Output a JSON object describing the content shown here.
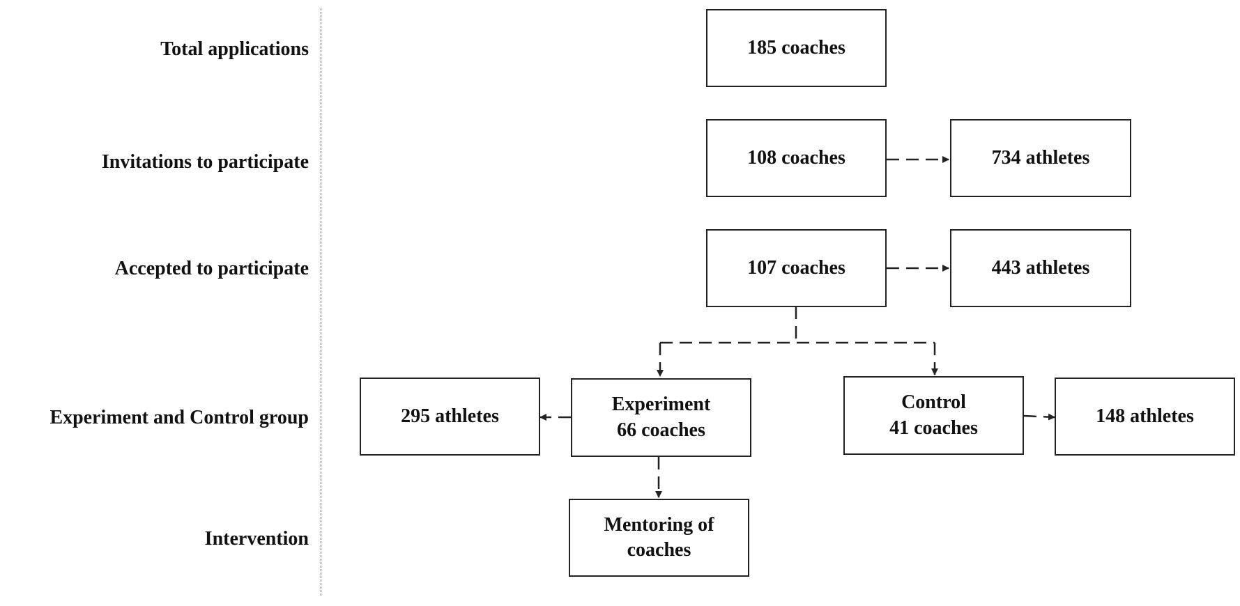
{
  "stages": {
    "total": "Total applications",
    "invitations": "Invitations to participate",
    "accepted": "Accepted to participate",
    "groups": "Experiment and Control group",
    "intervention": "Intervention"
  },
  "boxes": {
    "total_coaches": "185 coaches",
    "invited_coaches": "108 coaches",
    "invited_athletes": "734 athletes",
    "accepted_coaches": "107 coaches",
    "accepted_athletes": "443 athletes",
    "experiment_title": "Experiment",
    "experiment_coaches": "66 coaches",
    "experiment_athletes": "295 athletes",
    "control_title": "Control",
    "control_coaches": "41 coaches",
    "control_athletes": "148 athletes",
    "mentoring_line1": "Mentoring of",
    "mentoring_line2": "coaches"
  },
  "colors": {
    "stroke": "#222222",
    "divider": "#666666"
  }
}
